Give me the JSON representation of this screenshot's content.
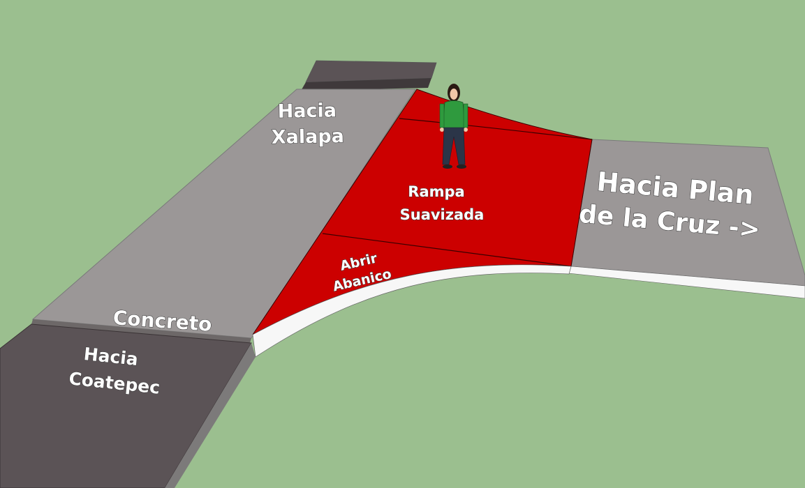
{
  "colors": {
    "background": "#9bbf8f",
    "road_concrete": "#9b9797",
    "road_dark": "#5b5356",
    "ramp_red": "#cc0000",
    "curb": "#f7f7f7"
  },
  "labels": {
    "xalapa": [
      "Hacia",
      "Xalapa"
    ],
    "plan_de_la_cruz": [
      "Hacia Plan",
      "de la Cruz ->"
    ],
    "rampa": [
      "Rampa",
      "Suavizada"
    ],
    "abanico": [
      "Abrir",
      "Abanico"
    ],
    "concreto": "Concreto",
    "coatepec": [
      "Hacia",
      "Coatepec"
    ]
  },
  "figure": {
    "shirt_color": "#2f9a3e",
    "pants_color": "#2b3548"
  }
}
